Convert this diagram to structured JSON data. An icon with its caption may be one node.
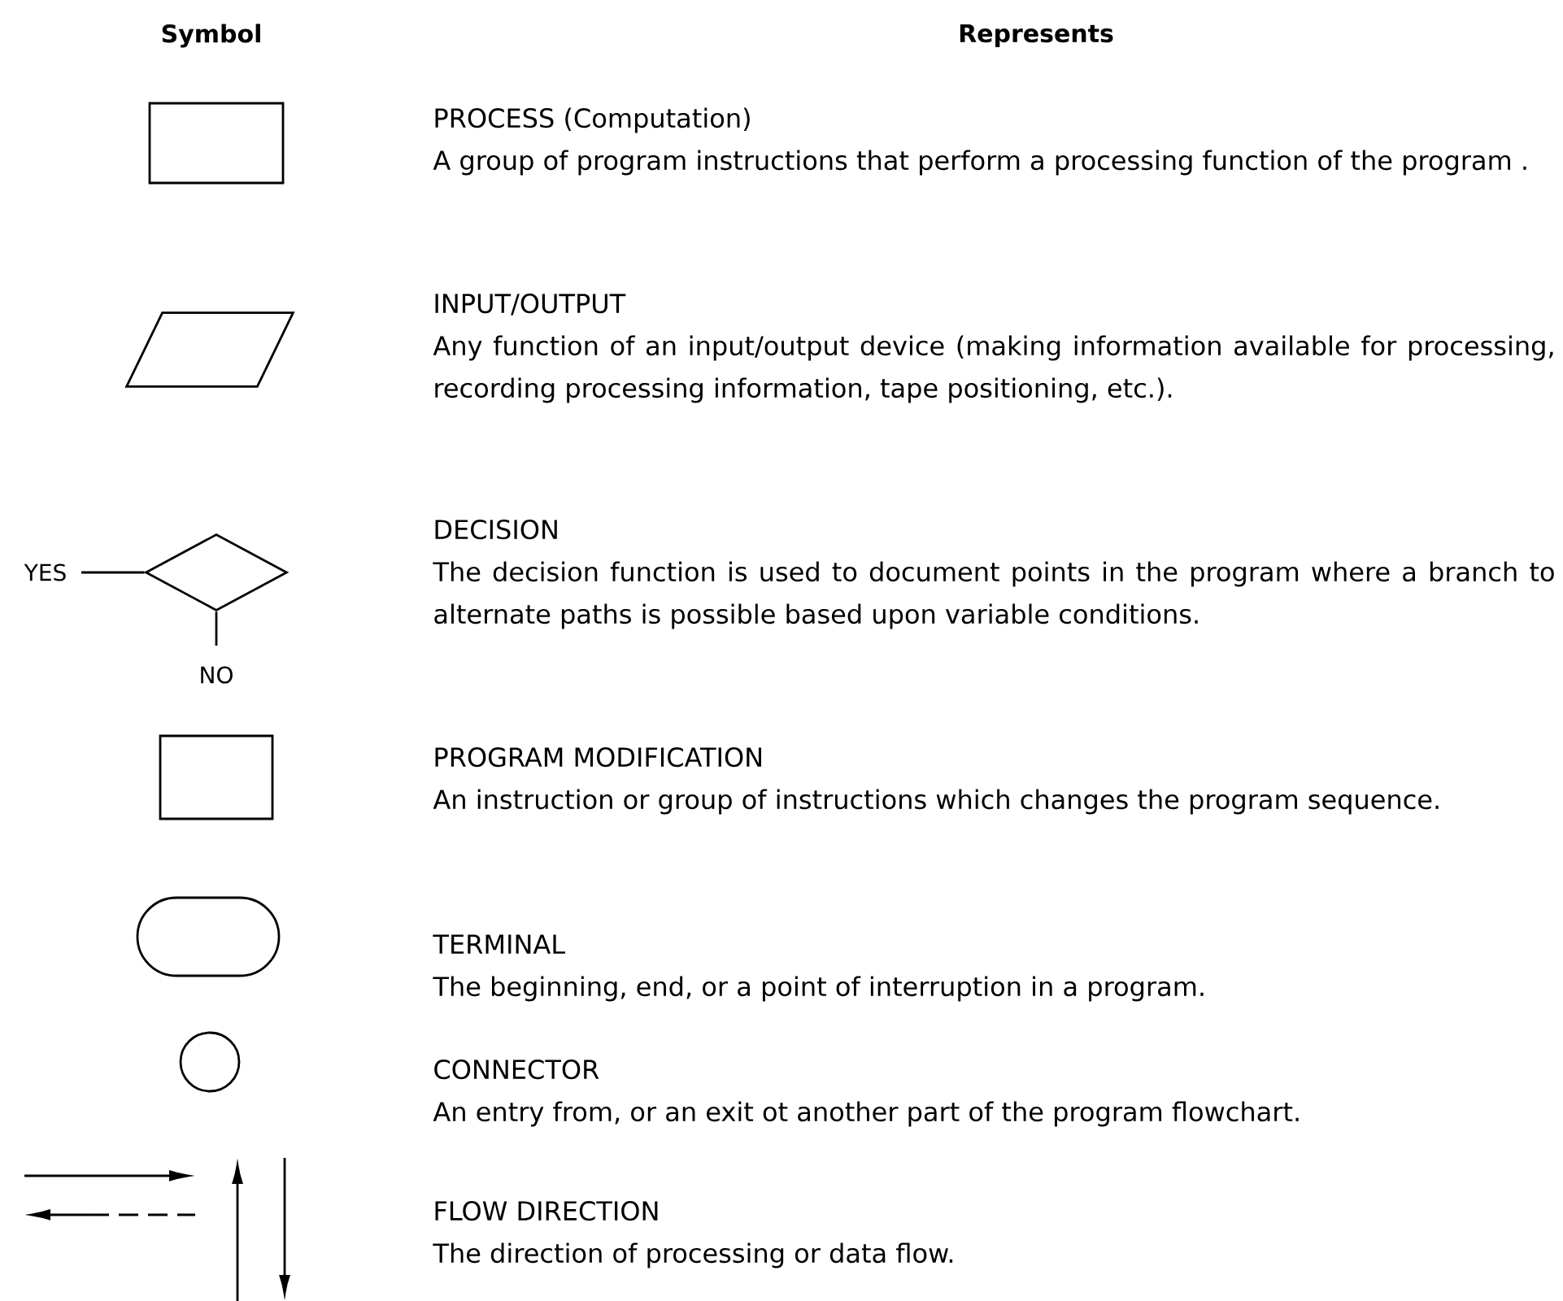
{
  "diagram": {
    "nodes": [
      {
        "text": [],
        "shape": "box",
        "beside": [
          "PROCESS (Computation)",
          "A group of program instructions that perform a processing function of the program ."
        ]
      },
      {
        "text": [],
        "shape": "parallelogram",
        "beside": [
          "INPUT/OUTPUT",
          "Any function of an input/output device (making information available for processing, recording processing information, tape positioning, etc.)."
        ]
      },
      {
        "text": [],
        "shape": "diamond",
        "beside": [
          "DECISION",
          "The decision function is used to document points in the program where a branch to alternate paths is possible based upon variable conditions."
        ]
      },
      {
        "text": [],
        "shape": "box",
        "beside": [
          "PROGRAM MODIFICATION",
          "An instruction or group of instructions which changes the program sequence."
        ]
      },
      {
        "text": [],
        "shape": "terminal",
        "beside": [
          "TERMINAL",
          "The beginning, end, or a point of interruption in a program."
        ]
      },
      {
        "text": [],
        "shape": "circle",
        "beside": [
          "CONNECTOR",
          "An entry from, or an exit ot another part of the program flowchart."
        ]
      },
      {
        "text": [],
        "shape": "picture",
        "beside": [
          "FLOW DIRECTION",
          "The direction of processing or data flow."
        ]
      }
    ],
    "edges": [
      {
        "from": 2,
        "to": null,
        "arrow": "none"
      },
      {
        "from": 2,
        "to": null,
        "arrow": "none"
      }
    ],
    "labels": [
      "Symbol",
      "Represents",
      "YES",
      "NO"
    ]
  }
}
